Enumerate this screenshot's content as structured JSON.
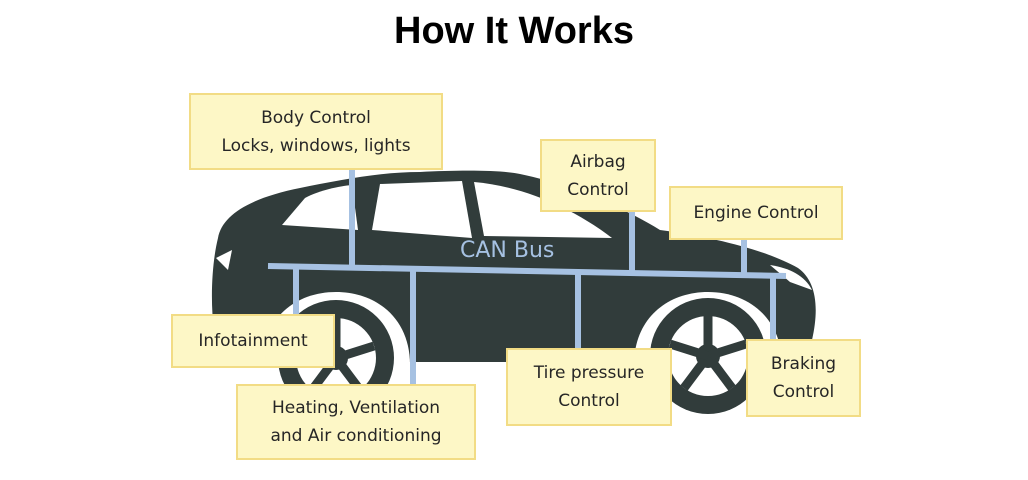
{
  "title": "How It Works",
  "bus_label": "CAN Bus",
  "colors": {
    "car_body": "#313c3b",
    "bus_line": "#a6c1e2",
    "box_fill": "#fdf7c6",
    "box_border": "#f2dc85"
  },
  "modules": {
    "body_control": {
      "line1": "Body Control",
      "line2": "Locks, windows, lights"
    },
    "airbag": {
      "line1": "Airbag",
      "line2": "Control"
    },
    "engine": {
      "line1": "Engine Control"
    },
    "infotainment": {
      "line1": "Infotainment"
    },
    "hvac": {
      "line1": "Heating, Ventilation",
      "line2": "and Air conditioning"
    },
    "tire_pressure": {
      "line1": "Tire pressure",
      "line2": "Control"
    },
    "braking": {
      "line1": "Braking",
      "line2": "Control"
    }
  }
}
